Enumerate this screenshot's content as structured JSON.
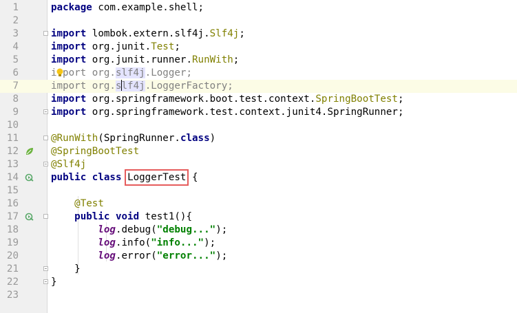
{
  "editor": {
    "current_line": 7,
    "lines": [
      {
        "n": "1",
        "tokens": [
          {
            "t": "package",
            "c": "kw"
          },
          {
            "t": " com.example.shell;"
          }
        ]
      },
      {
        "n": "2",
        "tokens": []
      },
      {
        "n": "3",
        "fold": "start",
        "tokens": [
          {
            "t": "import",
            "c": "kw"
          },
          {
            "t": " lombok.extern.slf4j."
          },
          {
            "t": "Slf4j",
            "c": "cls-ref"
          },
          {
            "t": ";"
          }
        ]
      },
      {
        "n": "4",
        "tokens": [
          {
            "t": "import",
            "c": "kw"
          },
          {
            "t": " org.junit."
          },
          {
            "t": "Test",
            "c": "cls-ref"
          },
          {
            "t": ";"
          }
        ]
      },
      {
        "n": "5",
        "tokens": [
          {
            "t": "import",
            "c": "kw"
          },
          {
            "t": " org.junit.runner."
          },
          {
            "t": "RunWith",
            "c": "cls-ref"
          },
          {
            "t": ";"
          }
        ]
      },
      {
        "n": "6",
        "tokens": [
          {
            "t": "i",
            "c": "unused"
          },
          {
            "t": "💡",
            "c": "bulb"
          },
          {
            "t": "port",
            "c": "unused"
          },
          {
            "t": " org.",
            "c": "unused"
          },
          {
            "t": "slf4j",
            "c": "unused hl"
          },
          {
            "t": ".Logger;",
            "c": "unused"
          }
        ]
      },
      {
        "n": "7",
        "tokens": [
          {
            "t": "import",
            "c": "unused"
          },
          {
            "t": " org.",
            "c": "unused"
          },
          {
            "t": "s",
            "c": "unused hl"
          },
          {
            "t": "|",
            "c": "caret"
          },
          {
            "t": "lf4j",
            "c": "unused hl"
          },
          {
            "t": ".LoggerFactory;",
            "c": "unused"
          }
        ]
      },
      {
        "n": "8",
        "tokens": [
          {
            "t": "import",
            "c": "kw"
          },
          {
            "t": " org.springframework.boot.test.context."
          },
          {
            "t": "SpringBootTest",
            "c": "cls-ref"
          },
          {
            "t": ";"
          }
        ]
      },
      {
        "n": "9",
        "fold": "end",
        "tokens": [
          {
            "t": "import",
            "c": "kw"
          },
          {
            "t": " org.springframework.test.context.junit4.SpringRunner;"
          }
        ]
      },
      {
        "n": "10",
        "tokens": []
      },
      {
        "n": "11",
        "fold": "start",
        "tokens": [
          {
            "t": "@RunWith",
            "c": "ann"
          },
          {
            "t": "(SpringRunner."
          },
          {
            "t": "class",
            "c": "kw"
          },
          {
            "t": ")"
          }
        ]
      },
      {
        "n": "12",
        "icon": "spring-leaf",
        "tokens": [
          {
            "t": "@SpringBootTest",
            "c": "ann"
          }
        ]
      },
      {
        "n": "13",
        "fold": "end",
        "tokens": [
          {
            "t": "@Slf4j",
            "c": "ann"
          }
        ]
      },
      {
        "n": "14",
        "icon": "run-test",
        "tokens": [
          {
            "t": "public",
            "c": "kw"
          },
          {
            "t": " "
          },
          {
            "t": "class",
            "c": "kw"
          },
          {
            "t": " "
          },
          {
            "t": "LoggerTest",
            "c": "boxed"
          },
          {
            "t": " {"
          }
        ]
      },
      {
        "n": "15",
        "tokens": []
      },
      {
        "n": "16",
        "tokens": [
          {
            "t": "    "
          },
          {
            "t": "@Test",
            "c": "ann"
          }
        ]
      },
      {
        "n": "17",
        "icon": "run-test",
        "fold": "start",
        "tokens": [
          {
            "t": "    "
          },
          {
            "t": "public",
            "c": "kw"
          },
          {
            "t": " "
          },
          {
            "t": "void",
            "c": "kw"
          },
          {
            "t": " test1(){"
          }
        ]
      },
      {
        "n": "18",
        "tokens": [
          {
            "t": "        "
          },
          {
            "t": "log",
            "c": "fld"
          },
          {
            "t": ".debug("
          },
          {
            "t": "\"debug...\"",
            "c": "str"
          },
          {
            "t": ");"
          }
        ]
      },
      {
        "n": "19",
        "tokens": [
          {
            "t": "        "
          },
          {
            "t": "log",
            "c": "fld"
          },
          {
            "t": ".info("
          },
          {
            "t": "\"info...\"",
            "c": "str"
          },
          {
            "t": ");"
          }
        ]
      },
      {
        "n": "20",
        "tokens": [
          {
            "t": "        "
          },
          {
            "t": "log",
            "c": "fld"
          },
          {
            "t": ".error("
          },
          {
            "t": "\"error...\"",
            "c": "str"
          },
          {
            "t": ");"
          }
        ]
      },
      {
        "n": "21",
        "fold": "end",
        "tokens": [
          {
            "t": "    }"
          }
        ]
      },
      {
        "n": "22",
        "fold": "end",
        "tokens": [
          {
            "t": "}"
          }
        ]
      },
      {
        "n": "23",
        "tokens": []
      }
    ]
  },
  "colors": {
    "keyword": "#000080",
    "annotation": "#808000",
    "string": "#008000",
    "field": "#660e7a",
    "unused_import": "#808080",
    "line_numbers": "#999999",
    "current_line_bg": "#fcfce6",
    "highlight_box": "#e65c5c"
  }
}
